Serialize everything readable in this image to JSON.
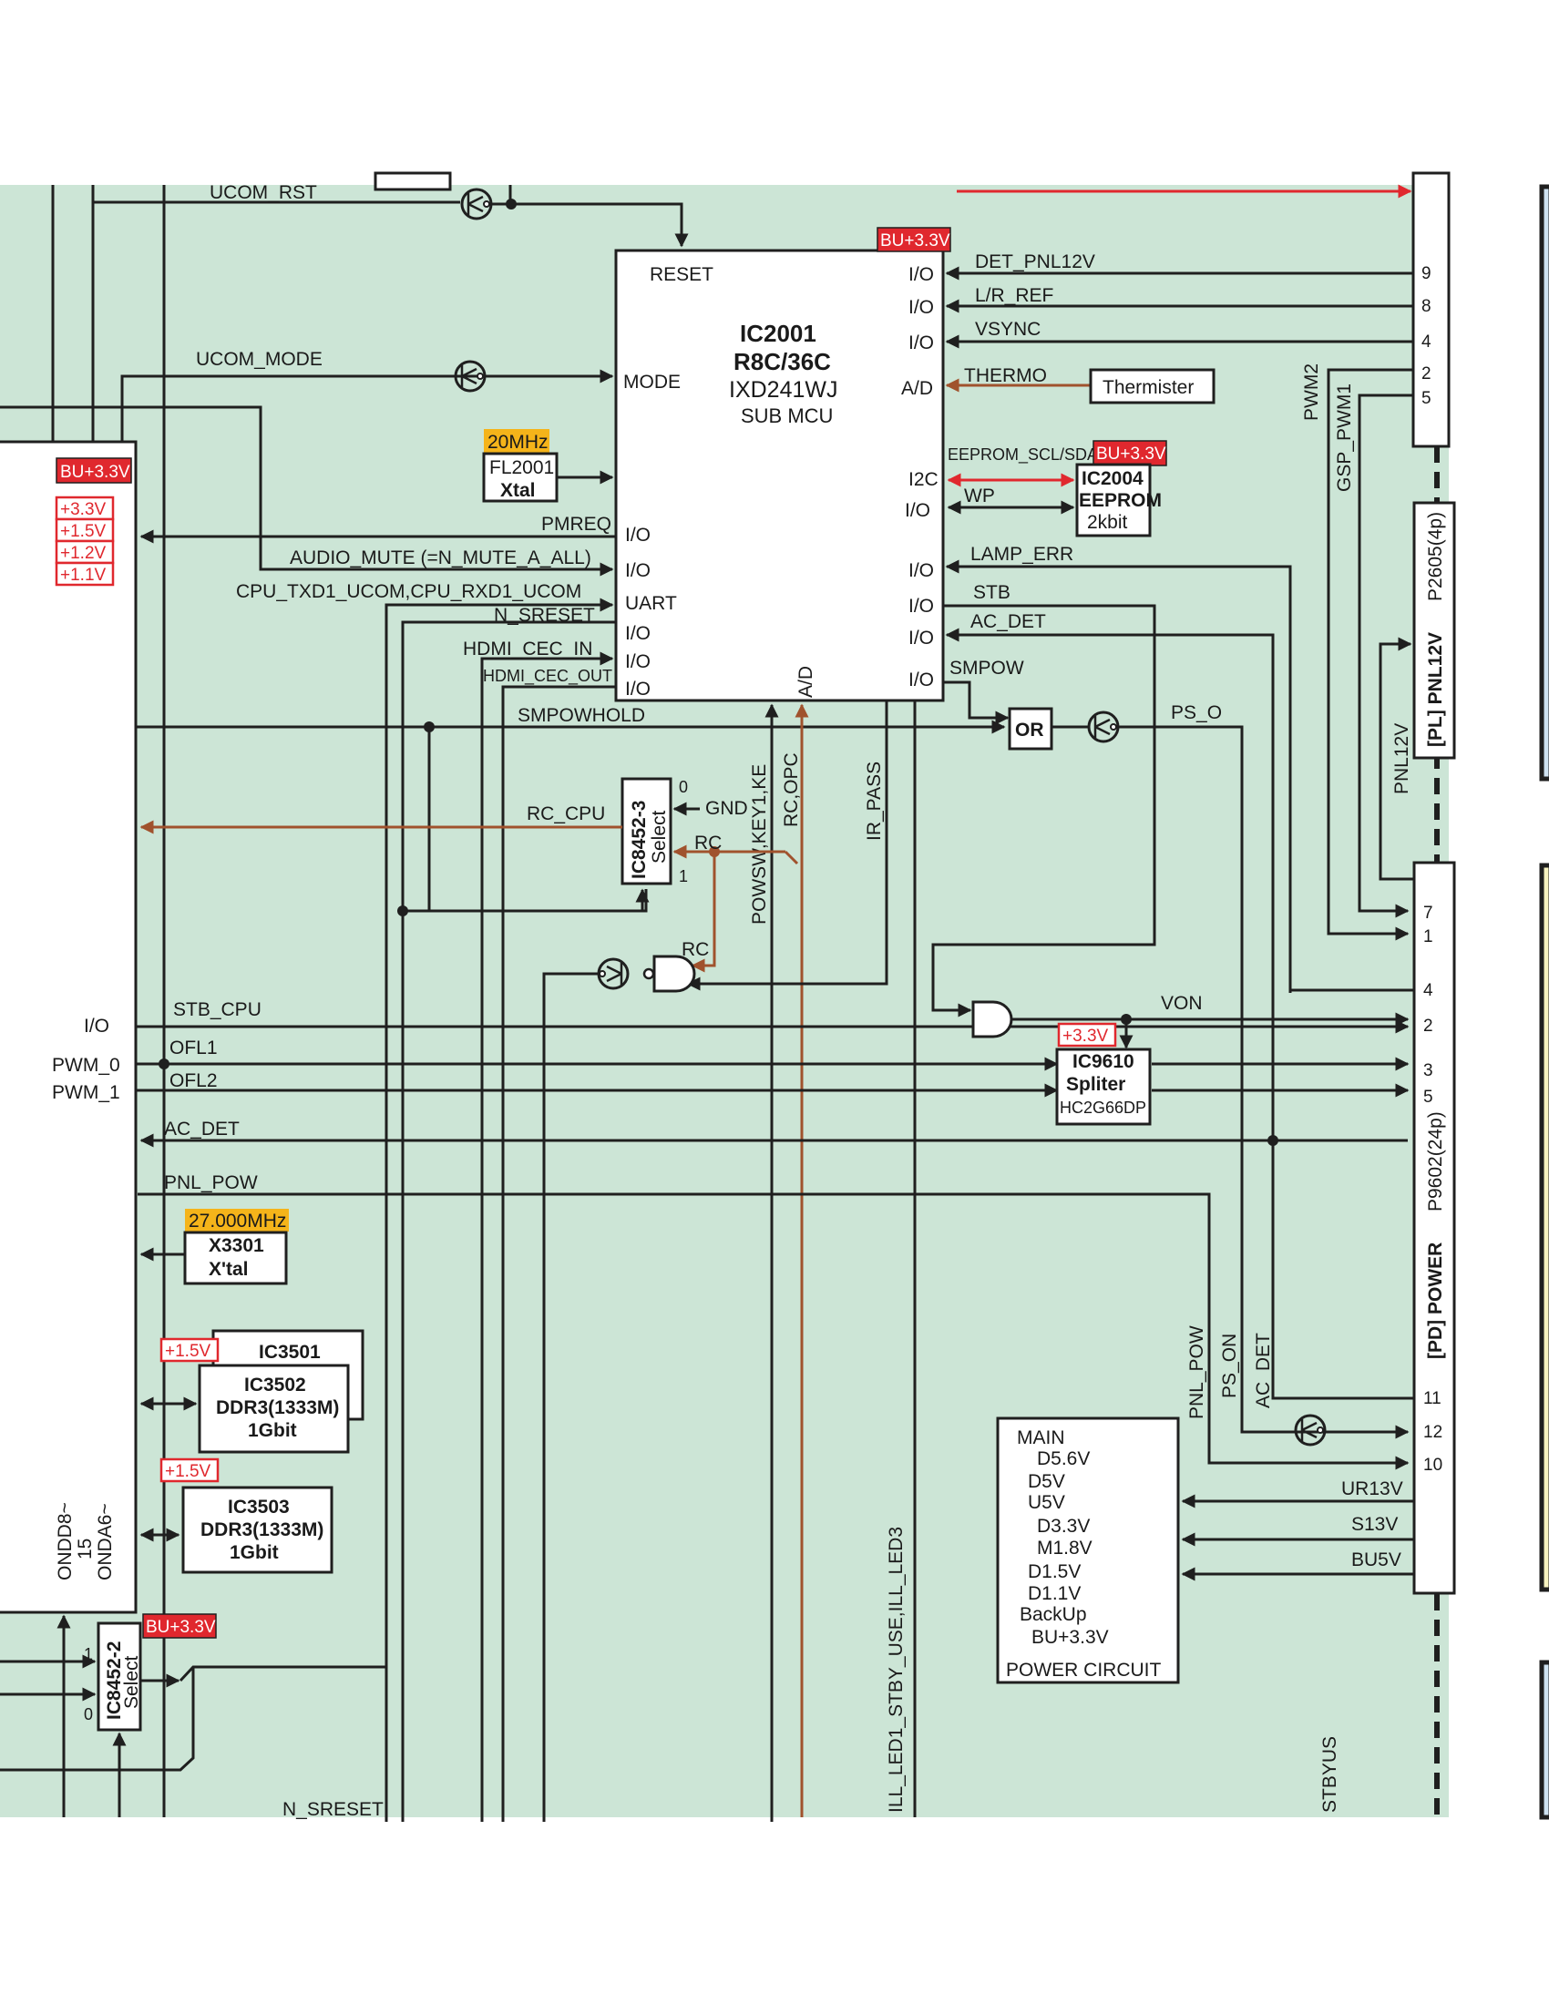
{
  "colors": {
    "background_green": "#cce5d6",
    "wire_black": "#1f1f1f",
    "wire_brown": "#a0522d",
    "wire_red": "#e0282e",
    "power_tag_red": "#e0282e",
    "freq_tag_yellow": "#f5b41a",
    "side_panel_blue": "#cfe3f2",
    "side_panel_yellow": "#f7f3c0"
  },
  "top": {
    "ucom_rst": "UCOM_RST",
    "ucom_mode": "UCOM_MODE"
  },
  "main_soc": {
    "power_tag": "BU+3.3V",
    "supply_tags": [
      "+3.3V",
      "+1.5V",
      "+1.2V",
      "+1.1V"
    ],
    "io_label": "I/O",
    "pwm0_label": "PWM_0",
    "pwm1_label": "PWM_1",
    "bus_label_1": "ONDD8~",
    "bus_label_2": "15",
    "bus_label_3": "ONDA6~"
  },
  "ic2001": {
    "name": "IC2001",
    "part": "R8C/36C",
    "code": "IXD241WJ",
    "desc": "SUB MCU",
    "power_tag": "BU+3.3V",
    "pins_left": [
      "RESET",
      "MODE",
      "I/O",
      "I/O",
      "UART",
      "I/O",
      "I/O",
      "I/O"
    ],
    "pins_right": [
      "I/O",
      "I/O",
      "I/O",
      "A/D",
      "I2C",
      "I/O",
      "I/O",
      "I/O",
      "I/O",
      "I/O"
    ],
    "pin_bottom": "A/D"
  },
  "xtal_fl2001": {
    "freq": "20MHz",
    "name": "FL2001",
    "type": "Xtal"
  },
  "signals_left": {
    "pmreq": "PMREQ",
    "audio_mute": "AUDIO_MUTE (=N_MUTE_A_ALL)",
    "uart": "CPU_TXD1_UCOM,CPU_RXD1_UCOM",
    "n_sreset": "N_SRESET",
    "hdmi_cec_in": "HDMI_CEC_IN",
    "hdmi_cec_out": "HDMI_CEC_OUT",
    "smpowhold": "SMPOWHOLD",
    "rc_cpu": "RC_CPU",
    "stb_cpu": "STB_CPU",
    "ofl1": "OFL1",
    "ofl2": "OFL2",
    "ac_det": "AC_DET",
    "pnl_pow": "PNL_POW",
    "n_sreset_bottom": "N_SRESET"
  },
  "signals_right": {
    "det_pnl12v": "DET_PNL12V",
    "lr_ref": "L/R_REF",
    "vsync": "VSYNC",
    "thermo": "THERMO",
    "eeprom_bus": "EEPROM_SCL/SDA",
    "wp": "WP",
    "lamp_err": "LAMP_ERR",
    "stb": "STB",
    "ac_det": "AC_DET",
    "smpow": "SMPOW",
    "ps_o": "PS_O",
    "von": "VON",
    "pwm2": "PWM2",
    "gsp_pwm1": "GSP_PWM1",
    "pnl12v": "PNL12V",
    "pnl_pow_v": "PNL_POW",
    "ps_on_v": "PS_ON",
    "ac_det_v": "AC_DET",
    "ur13v": "UR13V",
    "s13v": "S13V",
    "bu5v": "BU5V",
    "stbyus": "STBYUS"
  },
  "vertical_signals": {
    "powsw": "POWSW,KEY1,KE",
    "rc_opc": "RC,OPC",
    "ir_pass": "IR_PASS",
    "ill_led": "ILL_LED1_STBY_USE,ILL_LED3"
  },
  "thermister": {
    "label": "Thermister"
  },
  "ic2004": {
    "power_tag": "BU+3.3V",
    "name": "IC2004",
    "type": "EEPROM",
    "size": "2kbit"
  },
  "ic8452_3": {
    "name": "IC8452-3",
    "type": "Select",
    "in0": "0",
    "in1": "1",
    "gnd": "GND",
    "rc_a": "RC",
    "rc_b": "RC"
  },
  "ic8452_2": {
    "name": "IC8452-2",
    "type": "Select",
    "power_tag": "BU+3.3V",
    "in1": "1",
    "in0": "0"
  },
  "or_gate": {
    "label": "OR"
  },
  "ic9610": {
    "power_tag": "+3.3V",
    "name": "IC9610",
    "type": "Spliter",
    "part": "HC2G66DP"
  },
  "x3301": {
    "freq": "27.000MHz",
    "name": "X3301",
    "type": "X'tal"
  },
  "ic3501": {
    "name": "IC3501",
    "power_tag": "+1.5V"
  },
  "ic3502": {
    "name": "IC3502",
    "type": "DDR3(1333M)",
    "size": "1Gbit"
  },
  "ic3503": {
    "name": "IC3503",
    "type": "DDR3(1333M)",
    "size": "1Gbit",
    "power_tag": "+1.5V"
  },
  "power_circuit": {
    "lines": [
      "MAIN",
      "D5.6V",
      "D5V",
      "U5V",
      "D3.3V",
      "M1.8V",
      "D1.5V",
      "D1.1V",
      "BackUp",
      "BU+3.3V"
    ],
    "title": "POWER CIRCUIT"
  },
  "connector_top": {
    "pins": [
      "9",
      "8",
      "4",
      "2",
      "5"
    ]
  },
  "connector_pl": {
    "label_bold": "[PL] PNL12V",
    "label": "P2605(4p)"
  },
  "connector_pd": {
    "label_bold": "[PD]  POWER",
    "label": "P9602(24p)",
    "pins": [
      "7",
      "1",
      "4",
      "2",
      "3",
      "5",
      "11",
      "12",
      "10"
    ]
  }
}
